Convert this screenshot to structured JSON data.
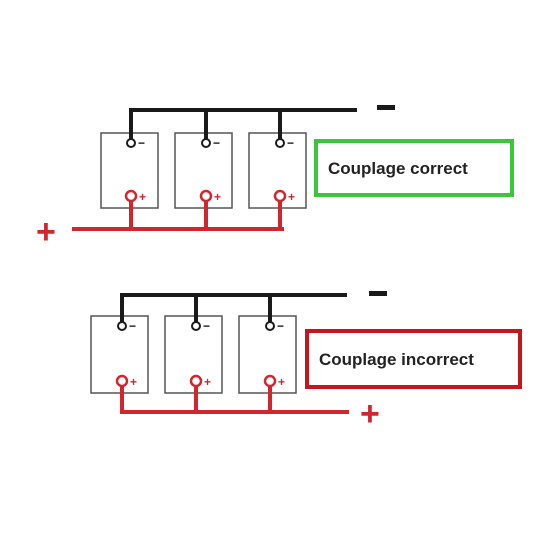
{
  "colors": {
    "background": "#ffffff",
    "negative_wire": "#1a1a1a",
    "positive_wire": "#d0272f",
    "battery_outline": "#555555",
    "correct_frame": "#3cc63c",
    "incorrect_frame": "#c4161c",
    "label_text": "#222222"
  },
  "diagrams": {
    "correct": {
      "label": "Couplage correct",
      "minus_sign": "−",
      "plus_sign": "+",
      "battery_count": 3,
      "battery_minus": "−",
      "battery_plus": "+"
    },
    "incorrect": {
      "label": "Couplage incorrect",
      "minus_sign": "−",
      "plus_sign": "+",
      "battery_count": 3,
      "battery_minus": "−",
      "battery_plus": "+"
    }
  }
}
